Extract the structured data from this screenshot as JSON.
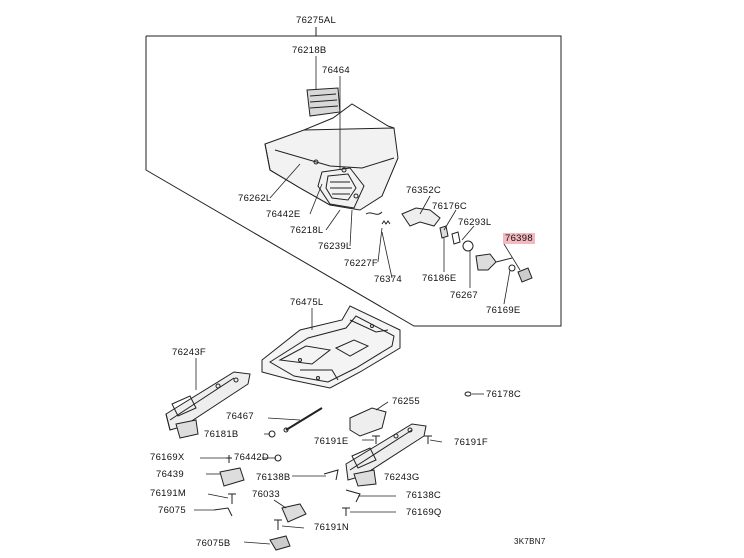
{
  "diagram": {
    "assembly_label": "76275AL",
    "highlight_color": "#f4b8c0",
    "footer_code": "3K7BN7",
    "labels": {
      "p76218B": "76218B",
      "p76464": "76464",
      "p76262L": "76262L",
      "p76442E": "76442E",
      "p76218L": "76218L",
      "p76239L": "76239L",
      "p76227F": "76227F",
      "p76374": "76374",
      "p76352C": "76352C",
      "p76176C": "76176C",
      "p76293L": "76293L",
      "p76398": "76398",
      "p76186E": "76186E",
      "p76267": "76267",
      "p76169E": "76169E",
      "p76475L": "76475L",
      "p76243F": "76243F",
      "p76178C": "76178C",
      "p76255": "76255",
      "p76467": "76467",
      "p76181B": "76181B",
      "p76191E": "76191E",
      "p76191F": "76191F",
      "p76169X": "76169X",
      "p76442D": "76442D",
      "p76439": "76439",
      "p76138B": "76138B",
      "p76243G": "76243G",
      "p76191M": "76191M",
      "p76033": "76033",
      "p76138C": "76138C",
      "p76075": "76075",
      "p76169Q": "76169Q",
      "p76191N": "76191N",
      "p76075B": "76075B"
    }
  }
}
